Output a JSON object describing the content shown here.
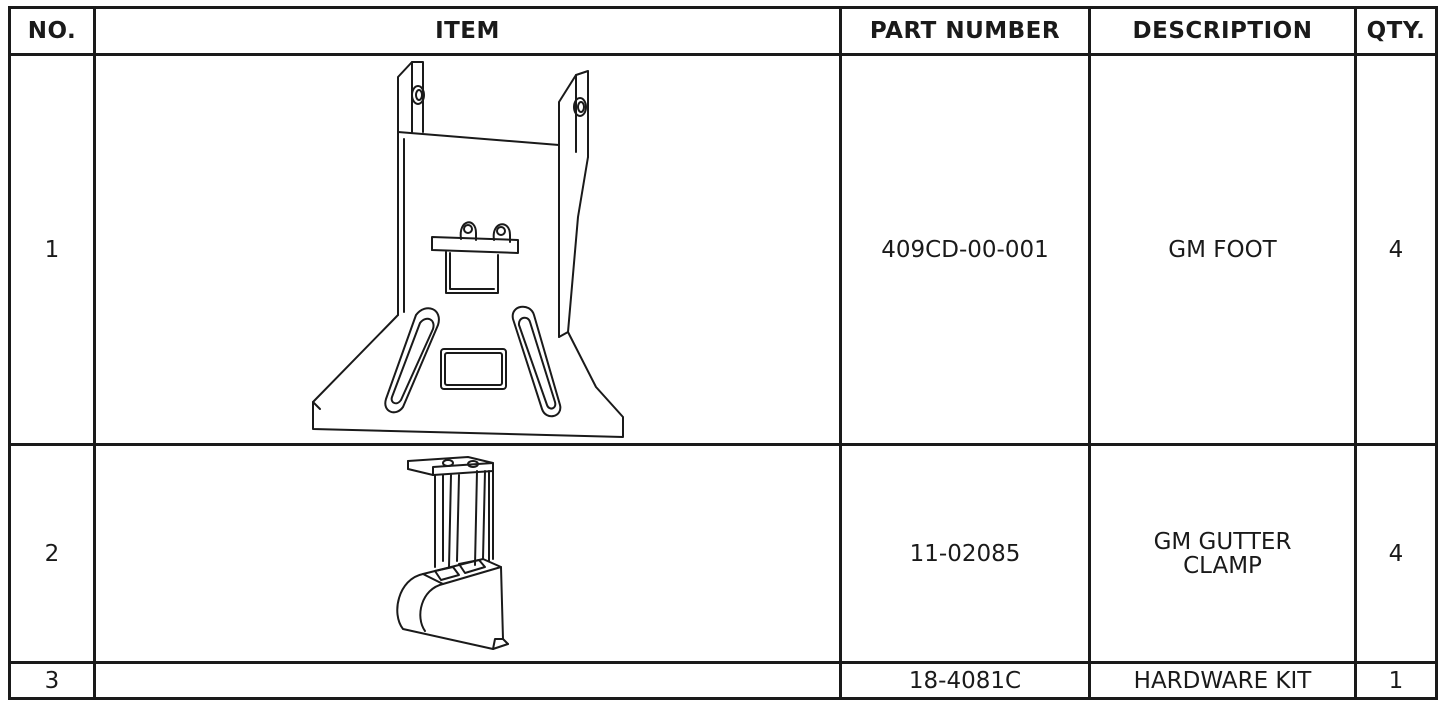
{
  "headers": {
    "no": "NO.",
    "item": "ITEM",
    "part_number": "PART NUMBER",
    "description": "DESCRIPTION",
    "qty": "QTY."
  },
  "rows": [
    {
      "no": "1",
      "item_icon": "gm-foot-drawing",
      "part_number": "409CD-00-001",
      "description_lines": [
        "GM FOOT"
      ],
      "qty": "4"
    },
    {
      "no": "2",
      "item_icon": "gm-gutter-clamp-drawing",
      "part_number": "11-02085",
      "description_lines": [
        "GM GUTTER",
        "CLAMP"
      ],
      "qty": "4"
    },
    {
      "no": "3",
      "item_icon": "",
      "part_number": "18-4081C",
      "description_lines": [
        "HARDWARE KIT"
      ],
      "qty": "1"
    }
  ],
  "colors": {
    "line": "#1a1a1a",
    "background": "#ffffff"
  }
}
